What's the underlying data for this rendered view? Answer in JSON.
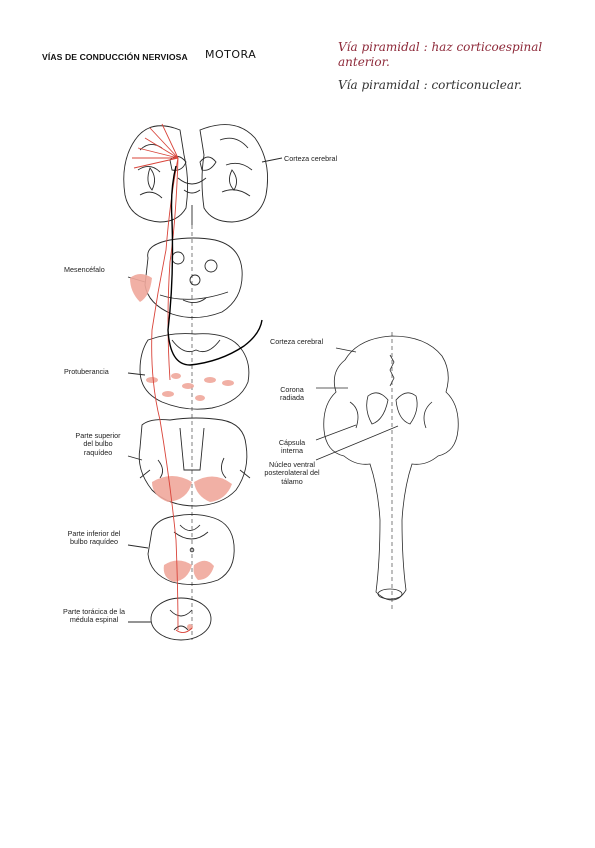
{
  "page": {
    "title": "VÍAS DE CONDUCCIÓN NERVIOSA",
    "subtitle": "MOTORA"
  },
  "handwritten_notes": [
    "Vía piramidal : haz corticoespinal anterior.",
    "Vía piramidal : corticonuclear."
  ],
  "left_diagram": {
    "labels": {
      "cortex": "Corteza cerebral",
      "midbrain": "Mesencéfalo",
      "pons": "Protuberancia",
      "upper_medulla": "Parte superior del bulbo raquídeo",
      "lower_medulla": "Parte inferior del bulbo raquídeo",
      "thoracic_cord": "Parte torácica de la médula espinal"
    }
  },
  "right_diagram": {
    "labels": {
      "cortex": "Corteza cerebral",
      "corona": "Corona radiada",
      "capsule": "Cápsula interna",
      "nucleus": "Núcleo ventral posterolateral del tálamo"
    }
  },
  "colors": {
    "pathway_red": "#d9443a",
    "fill_pink": "#f0a89c",
    "ink": "#2a2a2a",
    "handwriting_maroon": "#8e2a3a"
  }
}
